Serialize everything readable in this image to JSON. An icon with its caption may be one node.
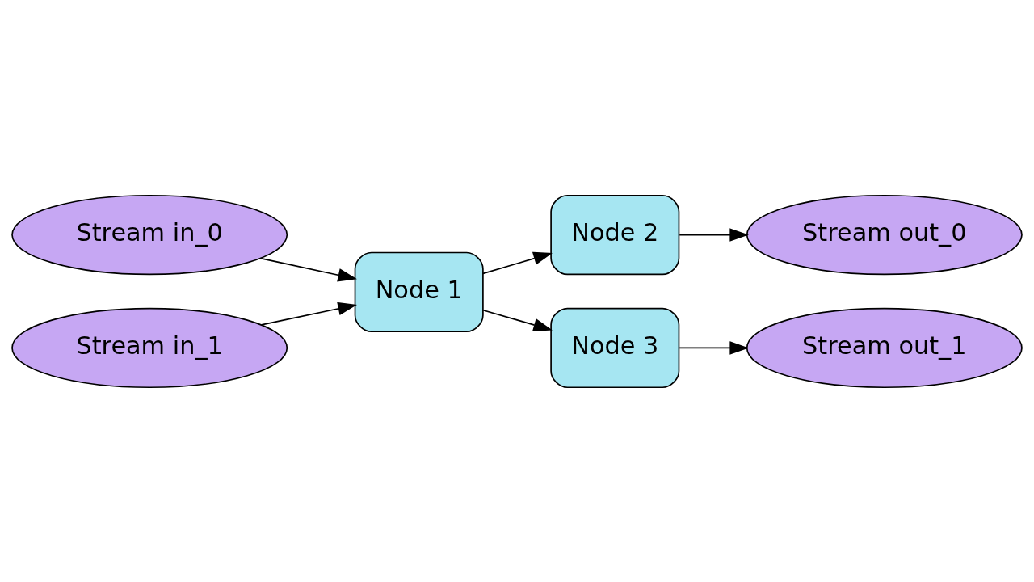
{
  "diagram": {
    "nodes": [
      {
        "text": [
          "Stream in_0"
        ]
      },
      {
        "text": [
          "Stream in_1"
        ]
      },
      {
        "text": [
          "Node 1"
        ]
      },
      {
        "text": [
          "Node 2"
        ]
      },
      {
        "text": [
          "Node 3"
        ]
      },
      {
        "text": [
          "Stream out_0"
        ]
      },
      {
        "text": [
          "Stream out_1"
        ]
      }
    ],
    "edges": [
      {
        "from": 0,
        "to": 2,
        "arrow": "to"
      },
      {
        "from": 1,
        "to": 2,
        "arrow": "to"
      },
      {
        "from": 2,
        "to": 3,
        "arrow": "to"
      },
      {
        "from": 2,
        "to": 4,
        "arrow": "to"
      },
      {
        "from": 3,
        "to": 5,
        "arrow": "to"
      },
      {
        "from": 4,
        "to": 6,
        "arrow": "to"
      }
    ]
  }
}
